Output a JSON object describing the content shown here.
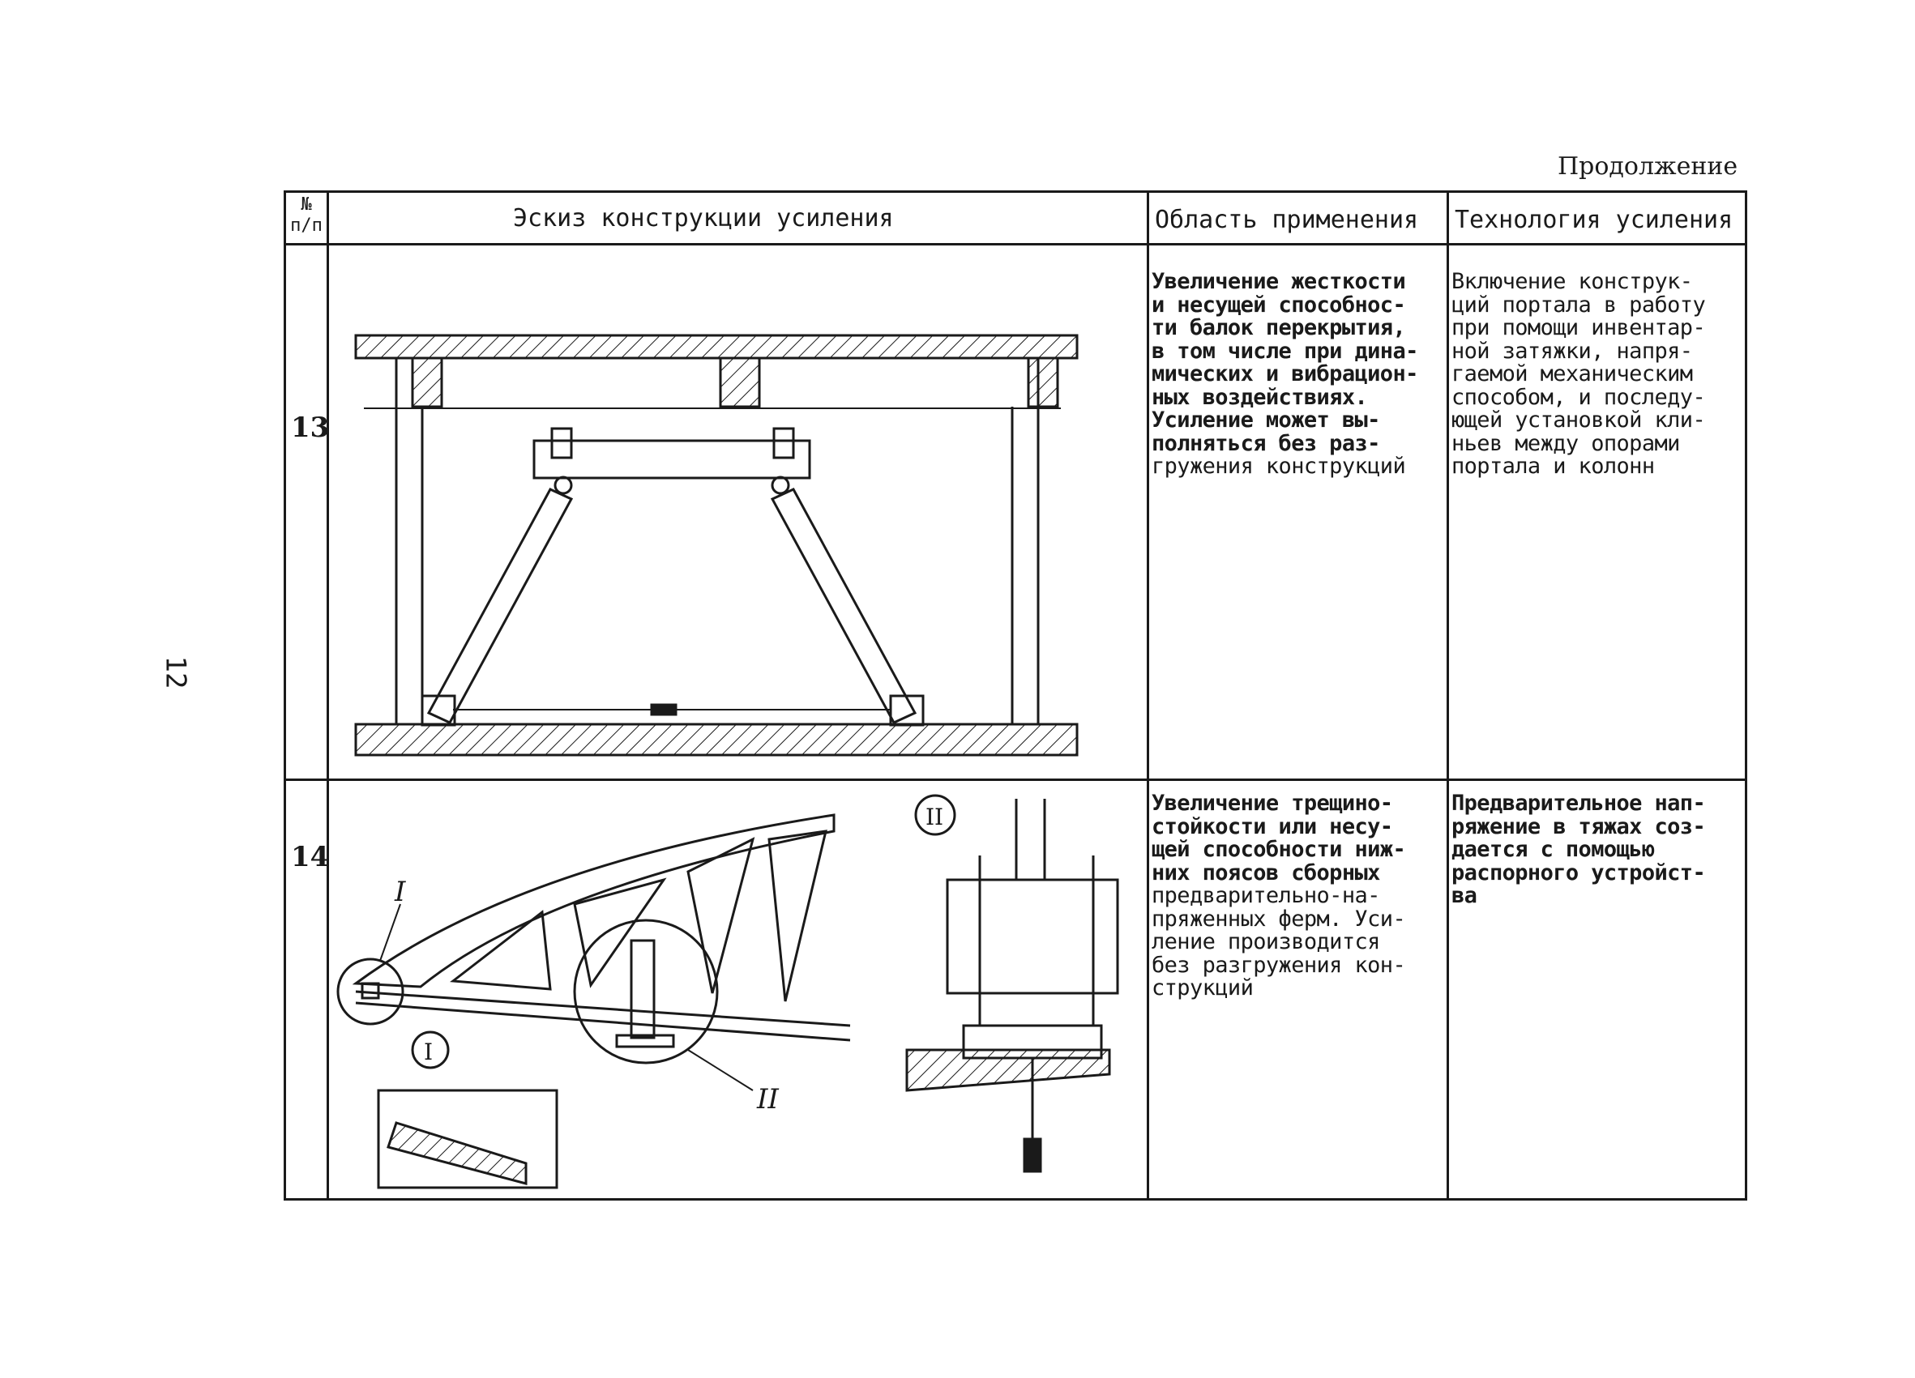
{
  "page": {
    "continuation_label": "Продолжение",
    "page_number": "12"
  },
  "table": {
    "headers": {
      "number": "№ п/п",
      "sketch": "Эскиз конструкции усиления",
      "scope": "Область применения",
      "technology": "Технология усиления"
    },
    "rows": [
      {
        "number": "13",
        "scope_bold": "Увеличение жесткости\nи несущей способнос-\nти балок перекрытия,\nв том числе при дина-\nмических и вибрацион-\nных воздействиях.\nУсиление может вы-\nполняться без раз-",
        "scope_regular": "гружения конструкций",
        "technology": "Включение конструк-\nций портала в работу\nпри помощи инвентар-\nной затяжки, напря-\nгаемой механическим\nспособом, и последу-\nющей установкой кли-\nньев между опорами\nпортала и колонн"
      },
      {
        "number": "14",
        "scope_bold": "Увеличение трещино-\nстойкости или несу-\nщей способности ниж-\nних поясов сборных",
        "scope_regular": "предварительно-на-\nпряженных ферм. Уси-\nление производится\nбез разгружения кон-\nструкций",
        "technology": "Предварительное нап-\nряжение в тяжах соз-\nдается с помощью\nраспорного устройст-\nва",
        "sketch_labels": {
          "node_one": "I",
          "node_two": "II"
        }
      }
    ]
  }
}
